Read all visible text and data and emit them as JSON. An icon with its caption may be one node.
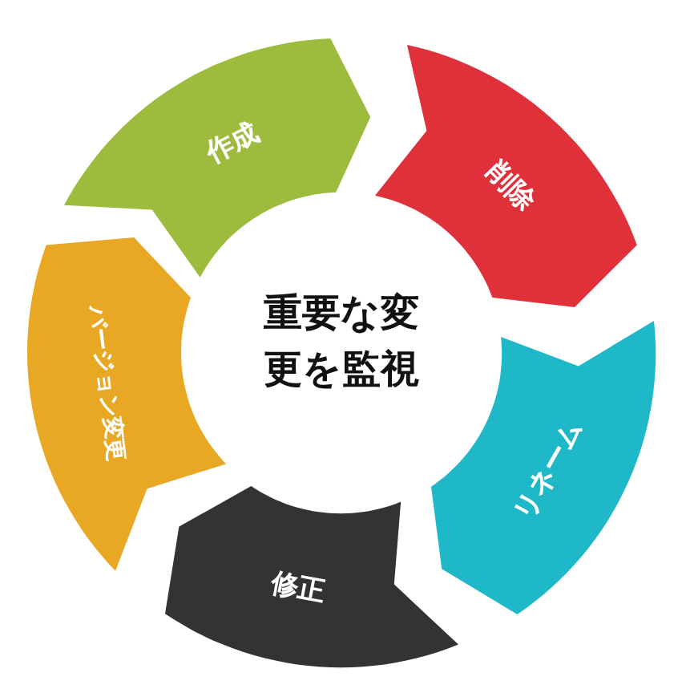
{
  "diagram": {
    "nodes": [
      {
        "text": [
          "重要な変更を監視"
        ]
      },
      {
        "text": [
          "作成"
        ]
      },
      {
        "text": [
          "削除"
        ]
      },
      {
        "text": [
          "リネーム"
        ]
      },
      {
        "text": [
          "修正"
        ]
      },
      {
        "text": [
          "バージョン変更"
        ]
      }
    ]
  }
}
